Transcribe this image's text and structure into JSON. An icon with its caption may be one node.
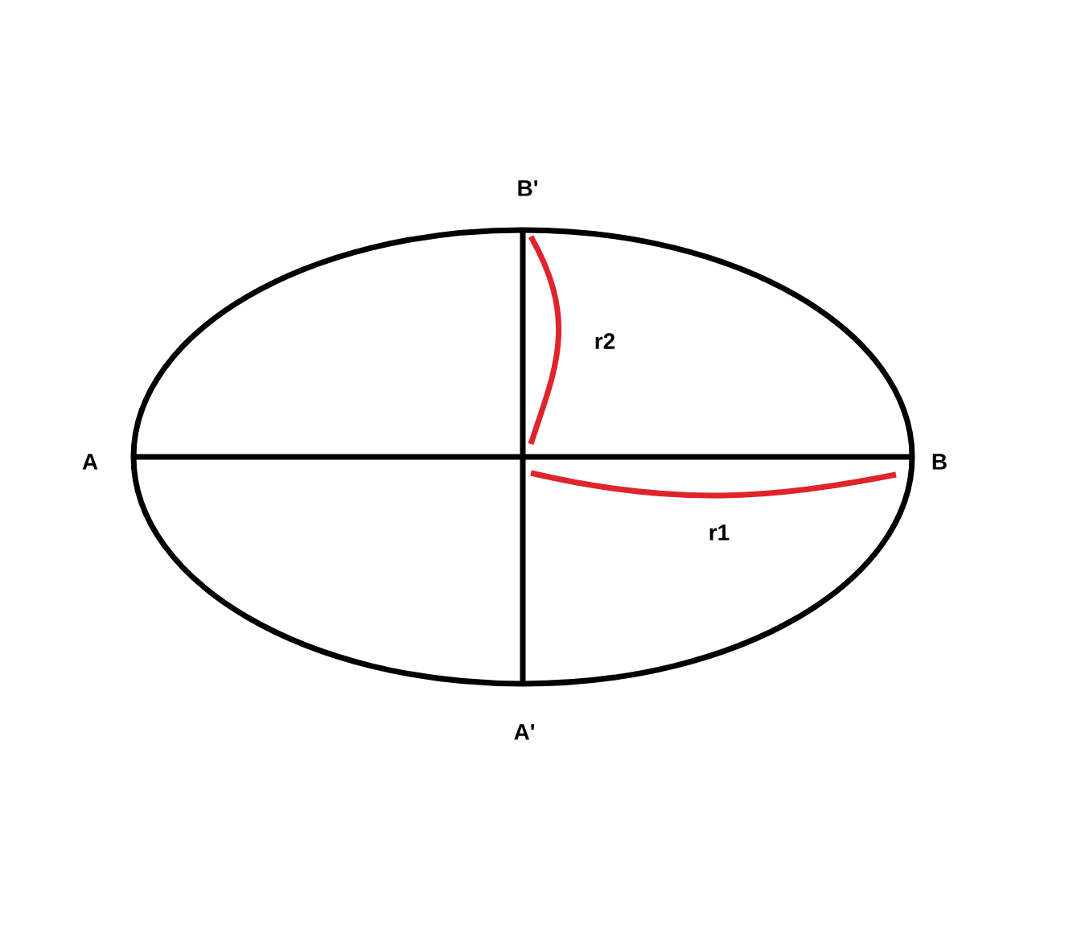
{
  "diagram": {
    "labels": [
      "B'",
      "r2",
      "A",
      "B",
      "r1",
      "A'"
    ]
  }
}
